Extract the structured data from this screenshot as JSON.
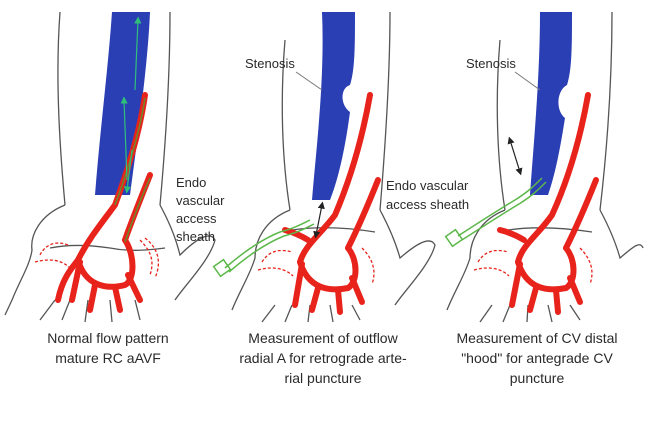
{
  "panels": [
    {
      "caption": [
        "Normal flow pattern",
        "mature RC aAVF"
      ],
      "labels": [
        "Endo",
        "vascular",
        "access",
        "sheath"
      ]
    },
    {
      "caption": [
        "Measurement of outflow",
        "radial A for retrograde arte-",
        "rial puncture"
      ],
      "labels": [
        "Stenosis",
        "Endo vascular",
        "access sheath"
      ]
    },
    {
      "caption": [
        "Measurement of CV distal",
        "\"hood\" for antegrade CV",
        "puncture"
      ],
      "labels": [
        "Stenosis"
      ]
    }
  ],
  "colors": {
    "vein": "#2b3fb5",
    "artery": "#e8231b",
    "sheath": "#5cb84a",
    "flow_arrow": "#2fbf7a",
    "outline": "#555555"
  }
}
